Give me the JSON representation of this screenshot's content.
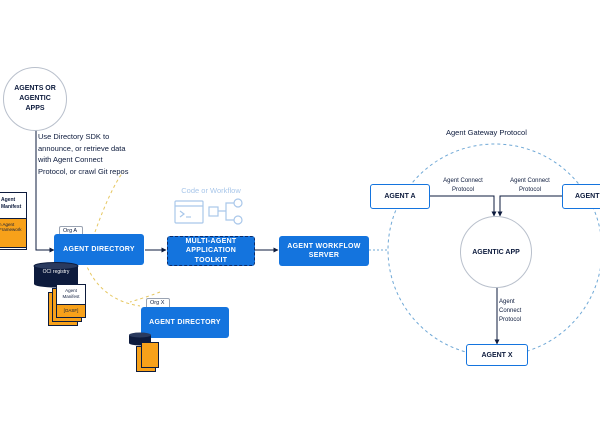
{
  "nodes": {
    "agents_apps": "AGENTS OR AGENTIC APPS",
    "sdk_note": "Use Directory SDK to announce, or retrieve data with Agent Connect Protocol, or crawl Git repos",
    "manifest_top": "Agent Manifest",
    "manifest_framework": "n Agent Framework",
    "org_a": "Org A",
    "agent_directory_a": "AGENT DIRECTORY",
    "oci_registry": "OCI registry",
    "manifest_stack_title": "Agent Manifest",
    "oasf": "[OASF]",
    "org_x": "Org X",
    "agent_directory_x": "AGENT DIRECTORY",
    "code_or_workflow": "Code or Workflow",
    "toolkit": "MULTI-AGENT APPLICATION TOOLKIT",
    "workflow_server": "AGENT WORKFLOW SERVER",
    "gateway_protocol": "Agent Gateway Protocol",
    "agent_a": "AGENT A",
    "agent_b": "AGENT",
    "agent_x": "AGENT X",
    "agentic_app": "AGENTIC APP",
    "acp_left": "Agent Connect Protocol",
    "acp_right": "Agent Connect Protocol",
    "acp_bottom": "Agent Connect Protocol"
  },
  "colors": {
    "primary_blue": "#1474de",
    "navy": "#0d1b3d",
    "dashed_blue": "#6fa8d6",
    "dashed_gold": "#e6c760",
    "orange": "#f7a11a",
    "icon_blue": "#a9c7ea"
  }
}
